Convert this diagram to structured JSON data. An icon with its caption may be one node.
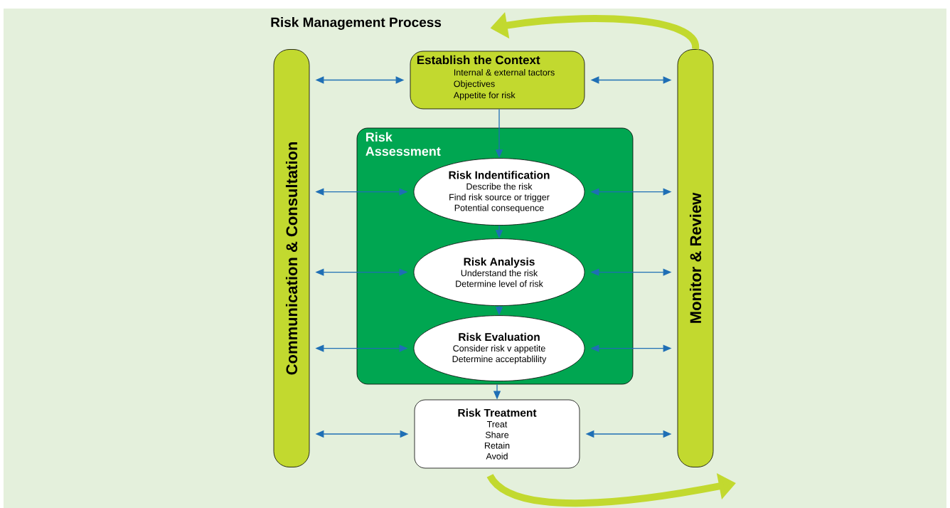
{
  "diagram": {
    "title": "Risk Management Process",
    "nodes": [
      {
        "text": [
          "Communication & Consultation"
        ]
      },
      {
        "text": [
          "Monitor & Review"
        ]
      },
      {
        "text": [
          "Establish the Context",
          "Internal & external tactors",
          "Objectives",
          "Appetite for risk"
        ]
      },
      {
        "text": [
          "Risk Assessment"
        ]
      },
      {
        "text": [
          "Risk Indentification",
          "Describe the risk",
          "Find risk source or trigger",
          "Potential consequence"
        ],
        "in": 3
      },
      {
        "text": [
          "Risk Analysis",
          "Understand the risk",
          "Determine level of risk"
        ],
        "in": 3
      },
      {
        "text": [
          "Risk Evaluation",
          "Consider risk v appetite",
          "Determine acceptablility"
        ],
        "in": 3
      },
      {
        "text": [
          "Risk Treatment",
          "Treat",
          "Share",
          "Retain",
          "Avoid"
        ]
      }
    ],
    "edges": [
      {
        "from": 0,
        "to": 2,
        "arrow": "both"
      },
      {
        "from": 2,
        "to": 1,
        "arrow": "both"
      },
      {
        "from": 0,
        "to": 4,
        "arrow": "both"
      },
      {
        "from": 4,
        "to": 1,
        "arrow": "both"
      },
      {
        "from": 0,
        "to": 5,
        "arrow": "both"
      },
      {
        "from": 5,
        "to": 1,
        "arrow": "both"
      },
      {
        "from": 0,
        "to": 6,
        "arrow": "both"
      },
      {
        "from": 6,
        "to": 1,
        "arrow": "both"
      },
      {
        "from": 0,
        "to": 7,
        "arrow": "both"
      },
      {
        "from": 7,
        "to": 1,
        "arrow": "both"
      },
      {
        "from": 2,
        "to": 4,
        "arrow": "to"
      },
      {
        "from": 4,
        "to": 5,
        "arrow": "to"
      },
      {
        "from": 5,
        "to": 6,
        "arrow": "to"
      },
      {
        "from": 3,
        "to": 7,
        "arrow": "to"
      },
      {
        "from": 1,
        "to": 2,
        "arrow": "to",
        "style": "thick",
        "color": "#c2d92f"
      },
      {
        "from": 7,
        "to": 1,
        "arrow": "to",
        "style": "thick",
        "color": "#c2d92f"
      }
    ]
  }
}
